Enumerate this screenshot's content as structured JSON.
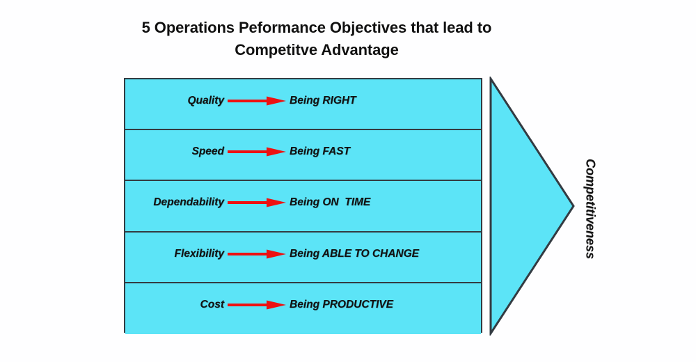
{
  "title": {
    "line1": "5 Operations Peformance Objectives that lead to",
    "line2": "Competitve Advantage"
  },
  "colors": {
    "fill_cyan": "#5ce4f7",
    "outline": "#333b42",
    "arrow_red": "#ee1111",
    "text": "#111111",
    "background": "#ffffff"
  },
  "objectives": [
    {
      "label": "Quality",
      "arrow": "right-arrow-icon",
      "outcome": "Being RIGHT"
    },
    {
      "label": "Speed",
      "arrow": "right-arrow-icon",
      "outcome": "Being FAST"
    },
    {
      "label": "Dependability",
      "arrow": "right-arrow-icon",
      "outcome": "Being ON  TIME"
    },
    {
      "label": "Flexibility",
      "arrow": "right-arrow-icon",
      "outcome": "Being ABLE TO CHANGE"
    },
    {
      "label": "Cost",
      "arrow": "right-arrow-icon",
      "outcome": "Being PRODUCTIVE"
    }
  ],
  "result": {
    "shape": "right-pointing-triangle",
    "caption": "Competitiveness"
  }
}
